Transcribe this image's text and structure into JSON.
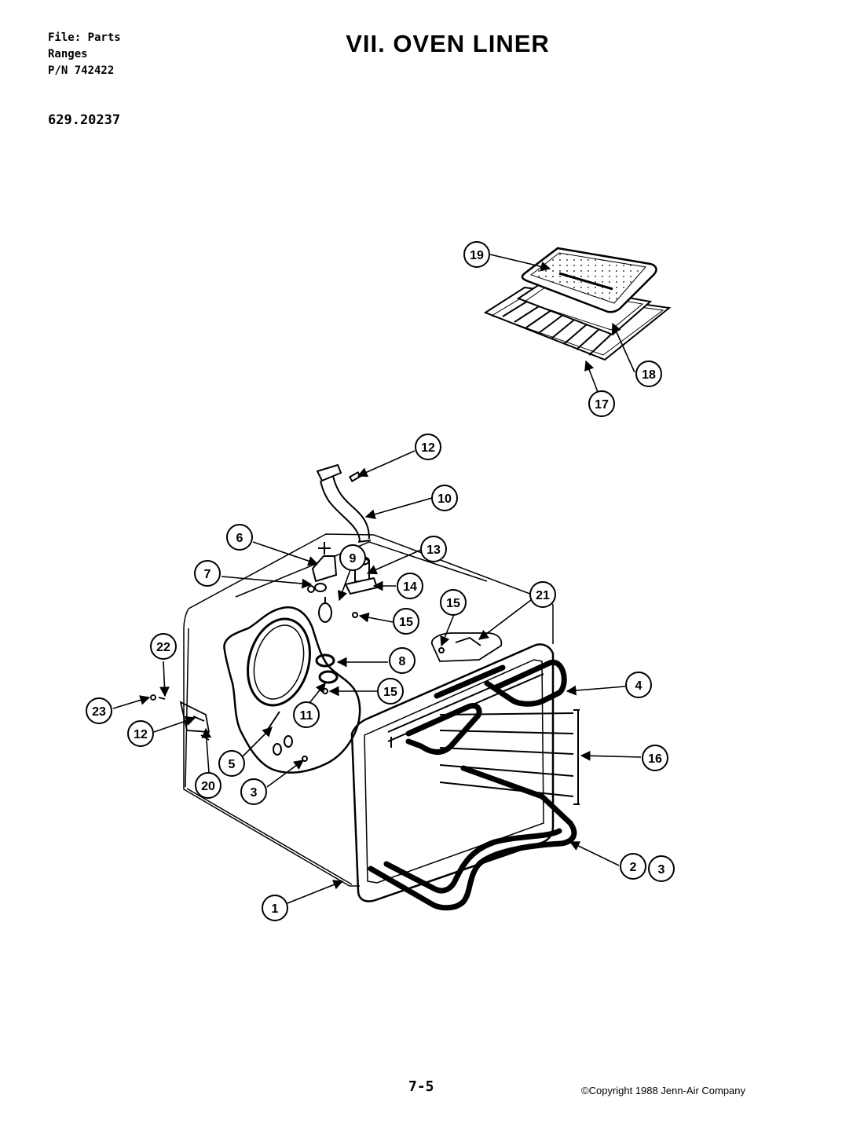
{
  "header": {
    "file_line": "File: Parts",
    "category_line": "Ranges",
    "part_number_line": "P/N 742422",
    "model_number": "629.20237"
  },
  "title": "VII. OVEN LINER",
  "footer": {
    "page_number": "7-5",
    "copyright": "©Copyright 1988 Jenn-Air Company"
  },
  "callouts": [
    "19",
    "18",
    "17",
    "12",
    "10",
    "6",
    "9",
    "13",
    "7",
    "14",
    "15",
    "15",
    "21",
    "22",
    "8",
    "15",
    "4",
    "23",
    "12",
    "11",
    "5",
    "16",
    "3",
    "20",
    "2",
    "3",
    "1"
  ]
}
